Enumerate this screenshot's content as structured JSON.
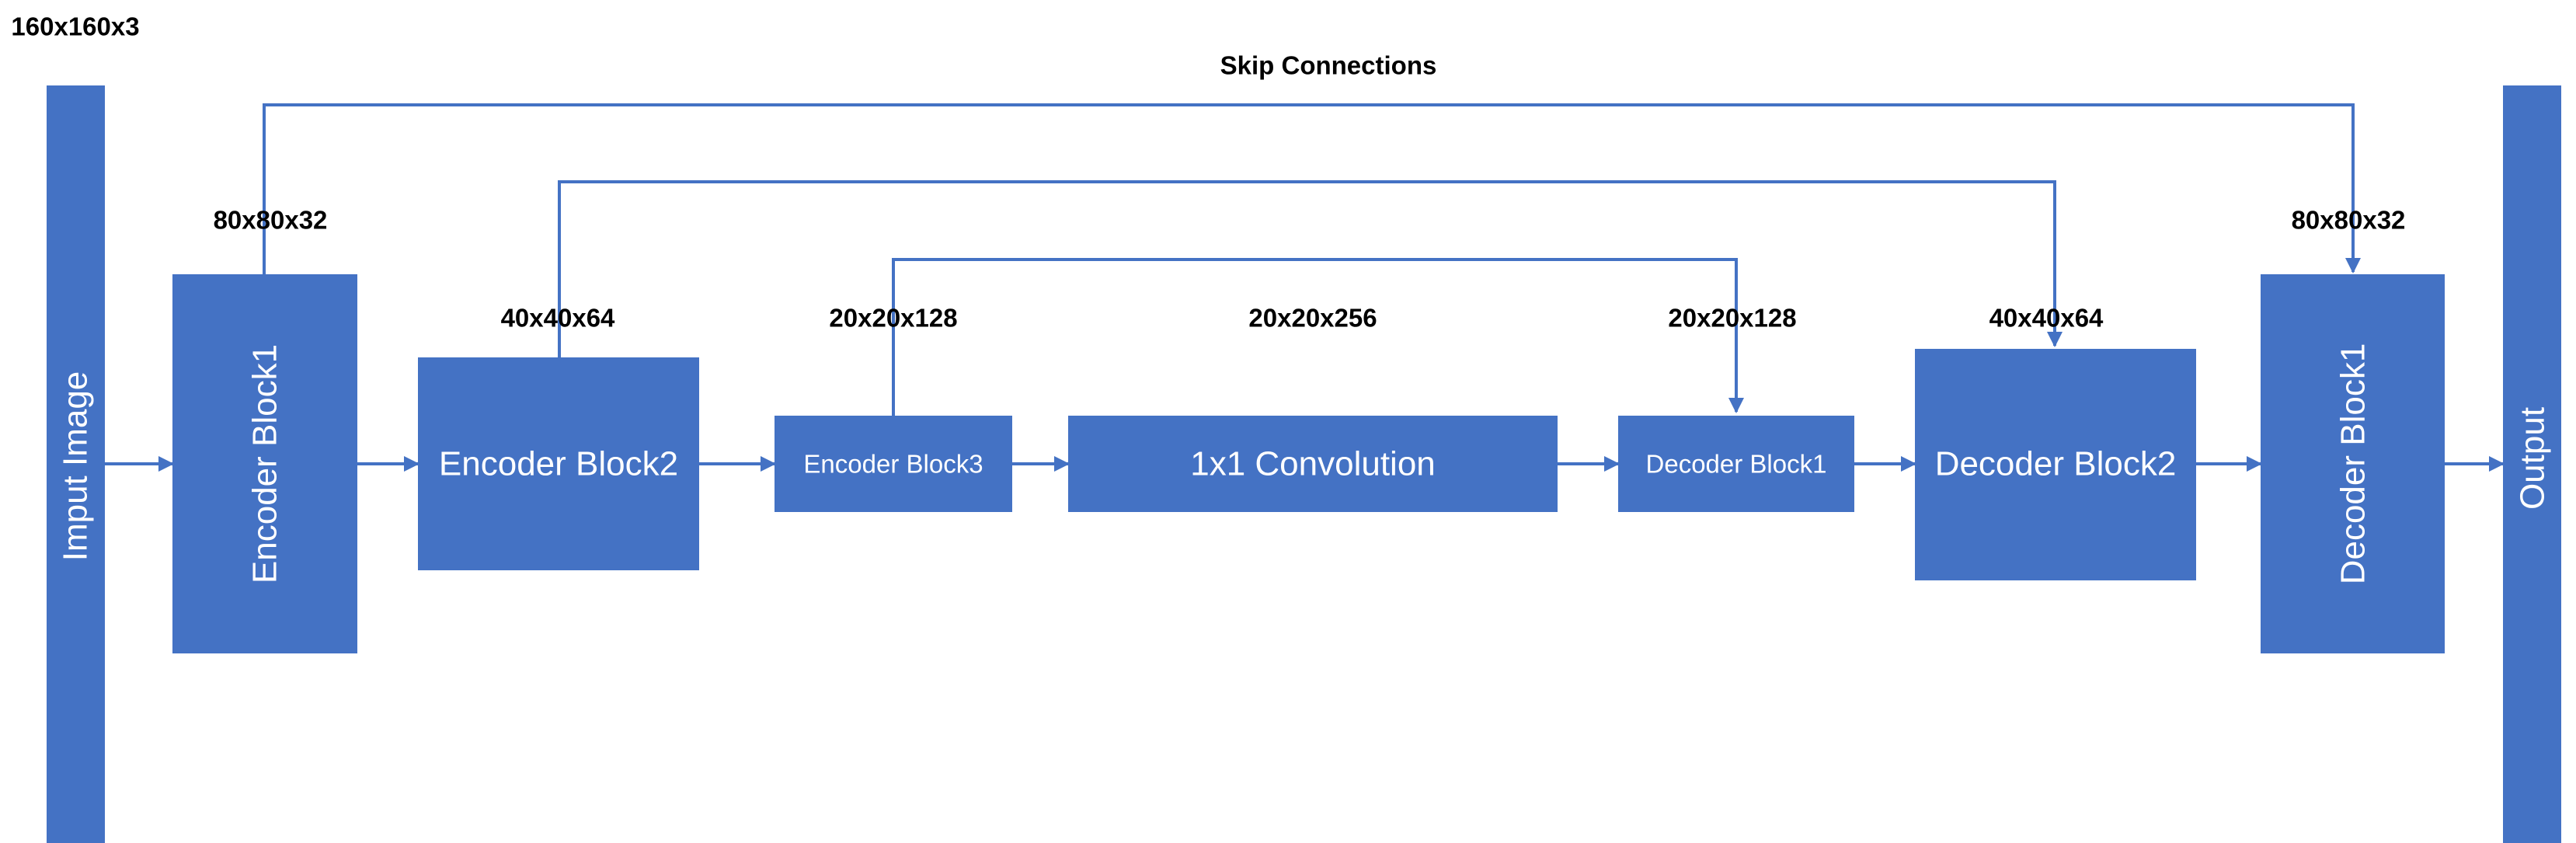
{
  "diagram": {
    "input_dim": "160x160x3",
    "title": "Skip Connections",
    "blocks": {
      "input": "Imput Image",
      "encoder1": "Encoder Block1",
      "encoder2": "Encoder Block2",
      "encoder3": "Encoder Block3",
      "conv": "1x1 Convolution",
      "decoder1": "Decoder Block1",
      "decoder2": "Decoder Block2",
      "decoder3": "Decoder Block1",
      "output": "Output"
    },
    "dims": {
      "encoder1": "80x80x32",
      "encoder2": "40x40x64",
      "encoder3": "20x20x128",
      "conv": "20x20x256",
      "decoder1": "20x20x128",
      "decoder2": "40x40x64",
      "decoder3": "80x80x32"
    },
    "colors": {
      "block": "#4472C4",
      "connector": "#4472C4",
      "block_text": "#FFFFFF",
      "label_text": "#000000"
    }
  }
}
